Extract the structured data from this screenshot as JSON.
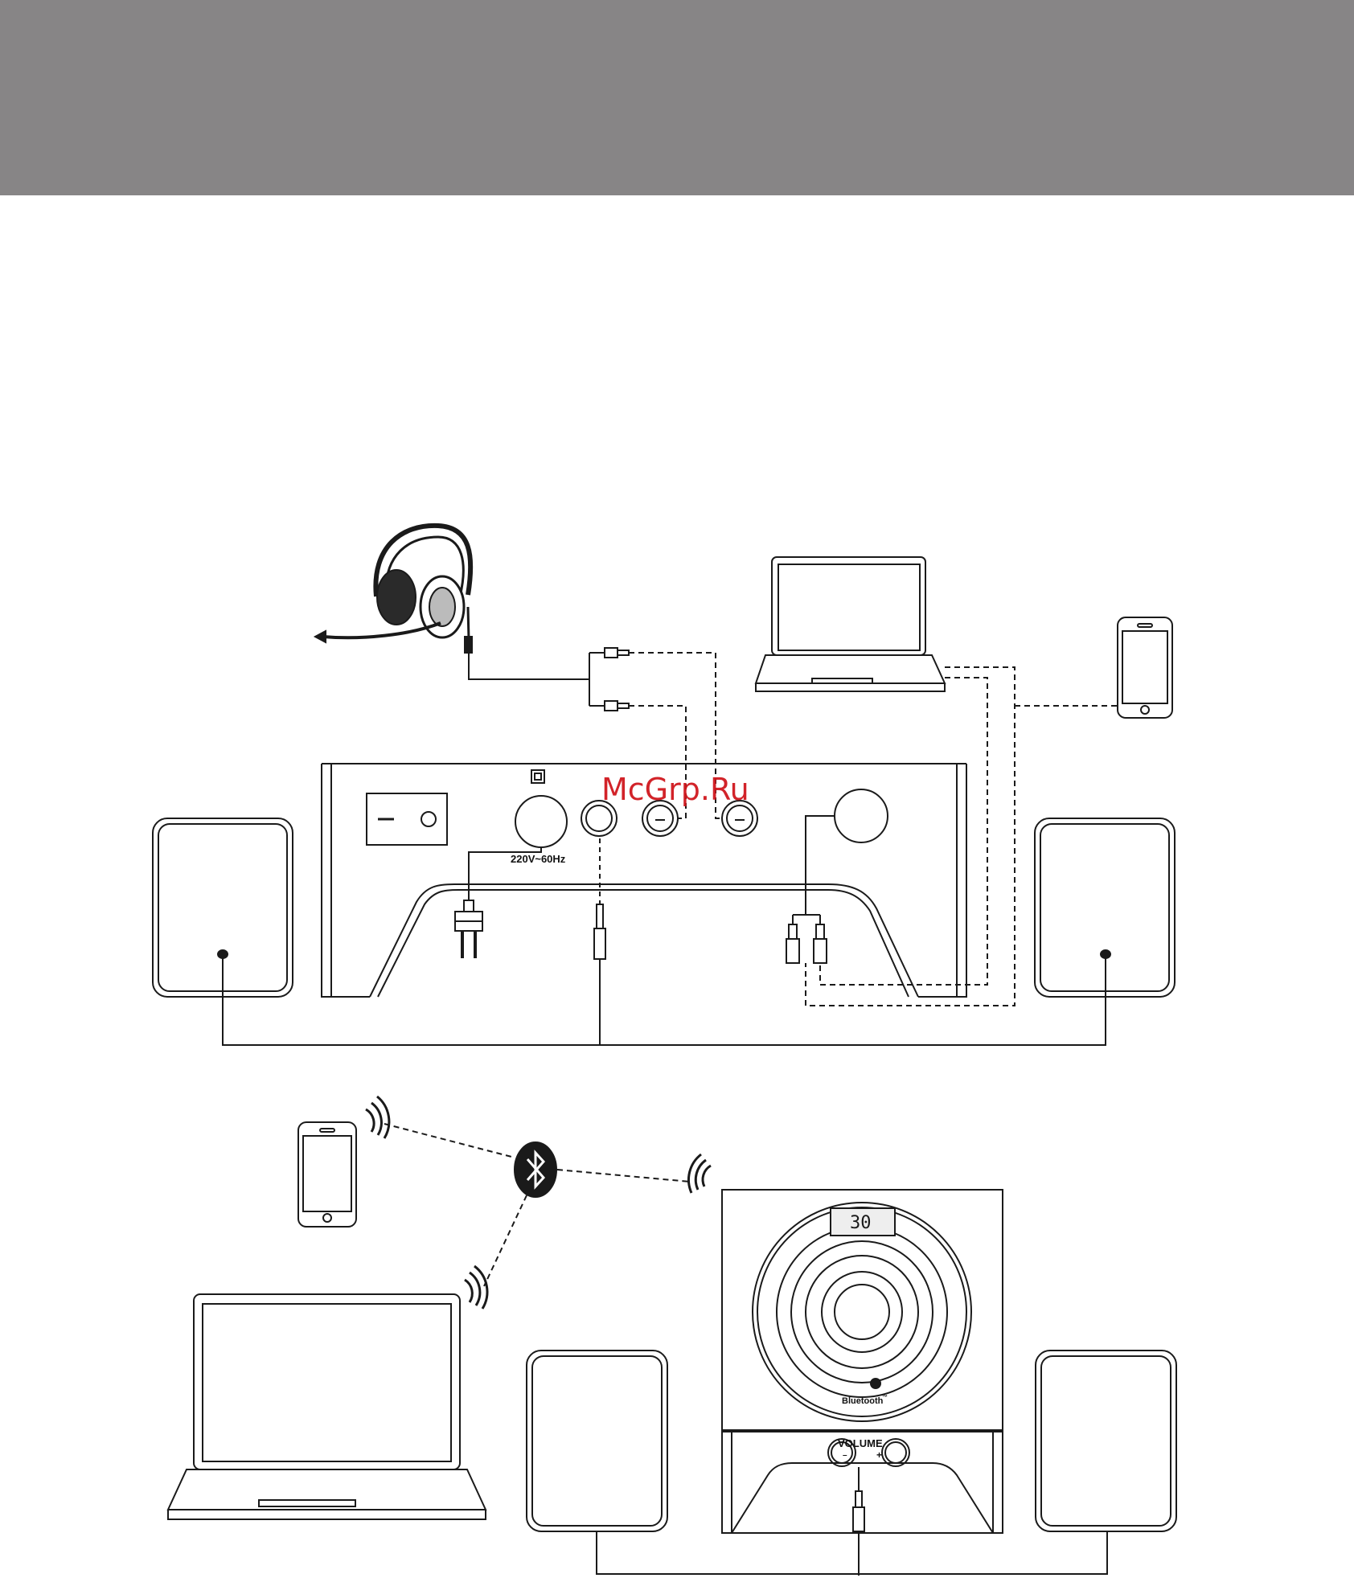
{
  "colors": {
    "header_band": "#878586",
    "line": "#1a1a1a",
    "watermark": "#d0181e",
    "display_bg": "#eeeeee"
  },
  "watermark": {
    "text": "McGrp.Ru"
  },
  "wired_setup": {
    "power_label": "220V~60Hz",
    "devices": [
      "headset-icon",
      "laptop-icon",
      "smartphone-icon",
      "speaker-left",
      "speaker-right",
      "subwoofer-rear-panel"
    ]
  },
  "bluetooth_setup": {
    "display_value": "30",
    "bluetooth_label": "Bluetooth",
    "bluetooth_tm": "™",
    "volume_label": "VOLUME",
    "volume_minus": "–",
    "volume_plus": "+",
    "devices": [
      "smartphone-icon",
      "bluetooth-icon",
      "laptop-icon",
      "subwoofer-front",
      "speaker-left",
      "speaker-right"
    ]
  }
}
